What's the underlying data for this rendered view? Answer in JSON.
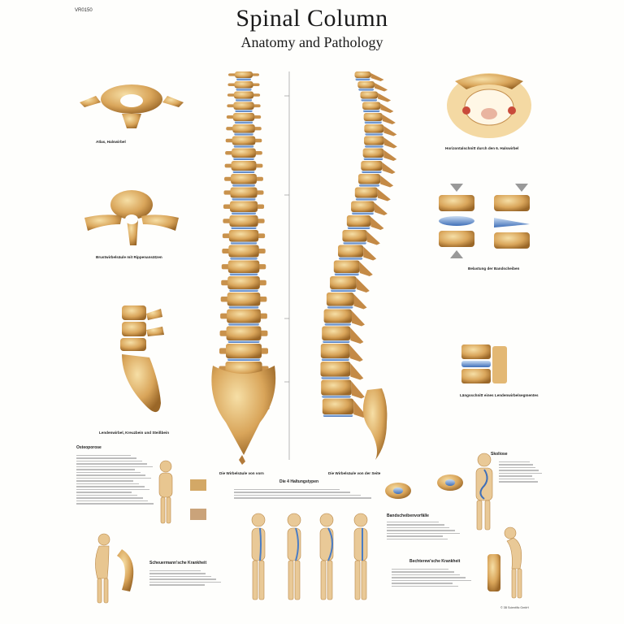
{
  "poster": {
    "code": "VR0150",
    "title": "Spinal Column",
    "subtitle": "Anatomy and Pathology",
    "captions": {
      "atlas": "Atlas, Halswirbel",
      "thoracic_vertebra": "Brustwirbelsäule mit Rippenansätzen",
      "sacrum": "Lendenwirbel, Kreuzbein und Steißbein",
      "spine_front": "Die Wirbelsäule von vorn",
      "spine_side": "Die Wirbelsäule von der Seite",
      "cross_section": "Horizontalschnitt durch den 6. Halswirbel",
      "disc_load": "Belastung der Bandscheiben",
      "longitudinal": "Längsschnitt eines Lendenwirbelsegmentes",
      "osteoporosis": "Osteoporose",
      "scoliosis": "Skoliose",
      "posture": "Die 4 Haltungstypen",
      "disc_herniation": "Bandscheibenvorfälle",
      "scheuermann": "Scheuermann'sche Krankheit",
      "bechterew": "Bechterew'sche Krankheit",
      "copyright": "© 3B Scientific GmbH"
    }
  }
}
